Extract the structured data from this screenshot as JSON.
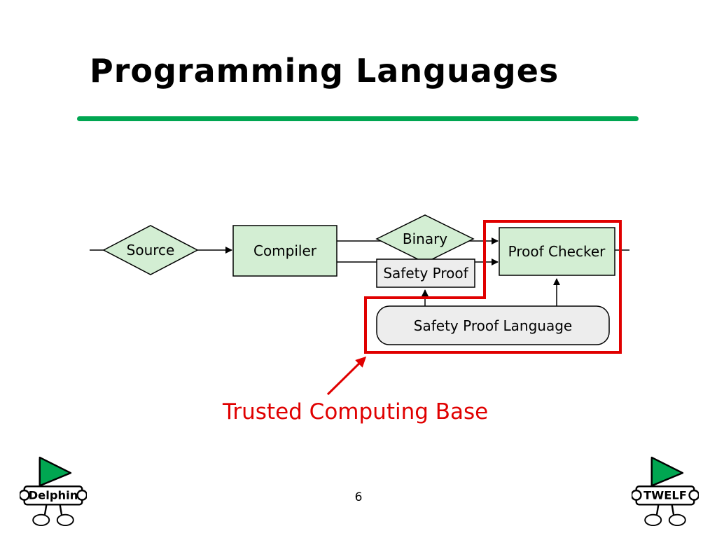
{
  "slide": {
    "title": "Programming Languages",
    "caption": "Trusted Computing Base",
    "page_number": "6"
  },
  "diagram": {
    "nodes": {
      "source": "Source",
      "compiler": "Compiler",
      "binary": "Binary",
      "safety_proof": "Safety Proof",
      "proof_checker": "Proof Checker",
      "safety_proof_language": "Safety Proof Language"
    },
    "annotation": {
      "label": "Trusted Computing Base"
    }
  },
  "logos": {
    "left_label": "Delphin",
    "right_label": "TWELF"
  },
  "colors": {
    "node_green": "#d3eed3",
    "node_gray": "#ededed",
    "rule_green": "#00a651",
    "annotation_red": "#e00000"
  }
}
